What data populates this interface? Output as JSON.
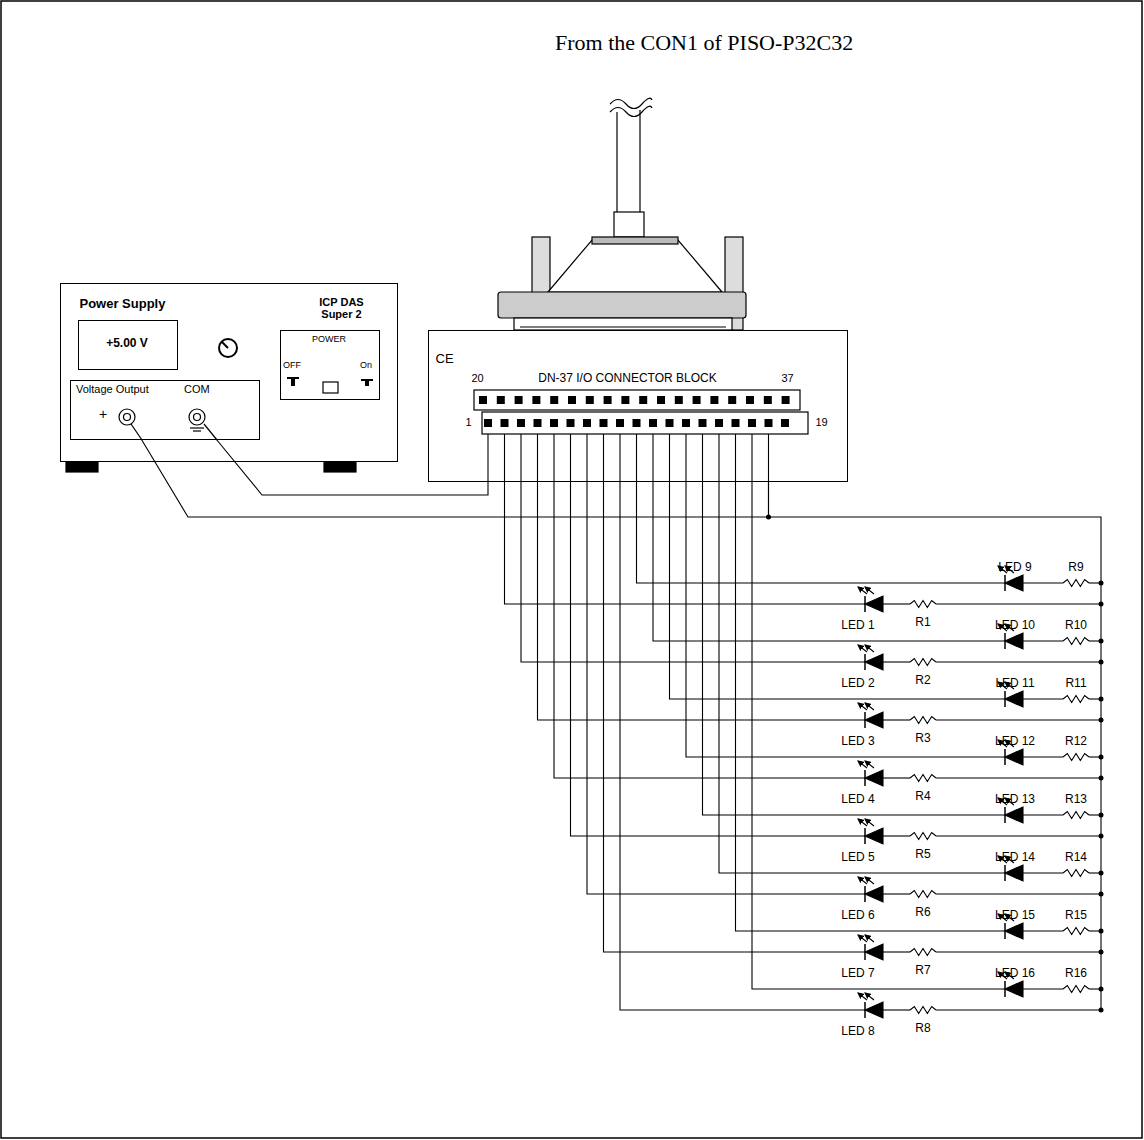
{
  "diagram": {
    "nodes": [
      {
        "text": [
          "Power Supply",
          "ICP DAS Super 2"
        ]
      },
      {
        "text": [
          "+5.00 V"
        ],
        "in": 0
      },
      {
        "text": [
          "POWER",
          "OFF",
          "On"
        ],
        "in": 0
      },
      {
        "text": [
          "Voltage Output",
          "+",
          "COM"
        ],
        "in": 0
      },
      {
        "text": [
          "CE",
          "20",
          "DN-37 I/O CONNECTOR BLOCK",
          "37",
          "1",
          "19"
        ]
      }
    ],
    "edges": [
      {
        "from": 3,
        "to": 4,
        "arrow": "none"
      },
      {
        "from": 3,
        "to": 4,
        "arrow": "none"
      }
    ],
    "labels": [
      "From the CON1 of PISO-P32C32",
      "LED 1",
      "LED 2",
      "LED 3",
      "LED 4",
      "LED 5",
      "LED 6",
      "LED 7",
      "LED 8",
      "LED 9",
      "LED 10",
      "LED 11",
      "LED 12",
      "LED 13",
      "LED 14",
      "LED 15",
      "LED 16",
      "R1",
      "R2",
      "R3",
      "R4",
      "R5",
      "R6",
      "R7",
      "R8",
      "R9",
      "R10",
      "R11",
      "R12",
      "R13",
      "R14",
      "R15",
      "R16"
    ]
  }
}
